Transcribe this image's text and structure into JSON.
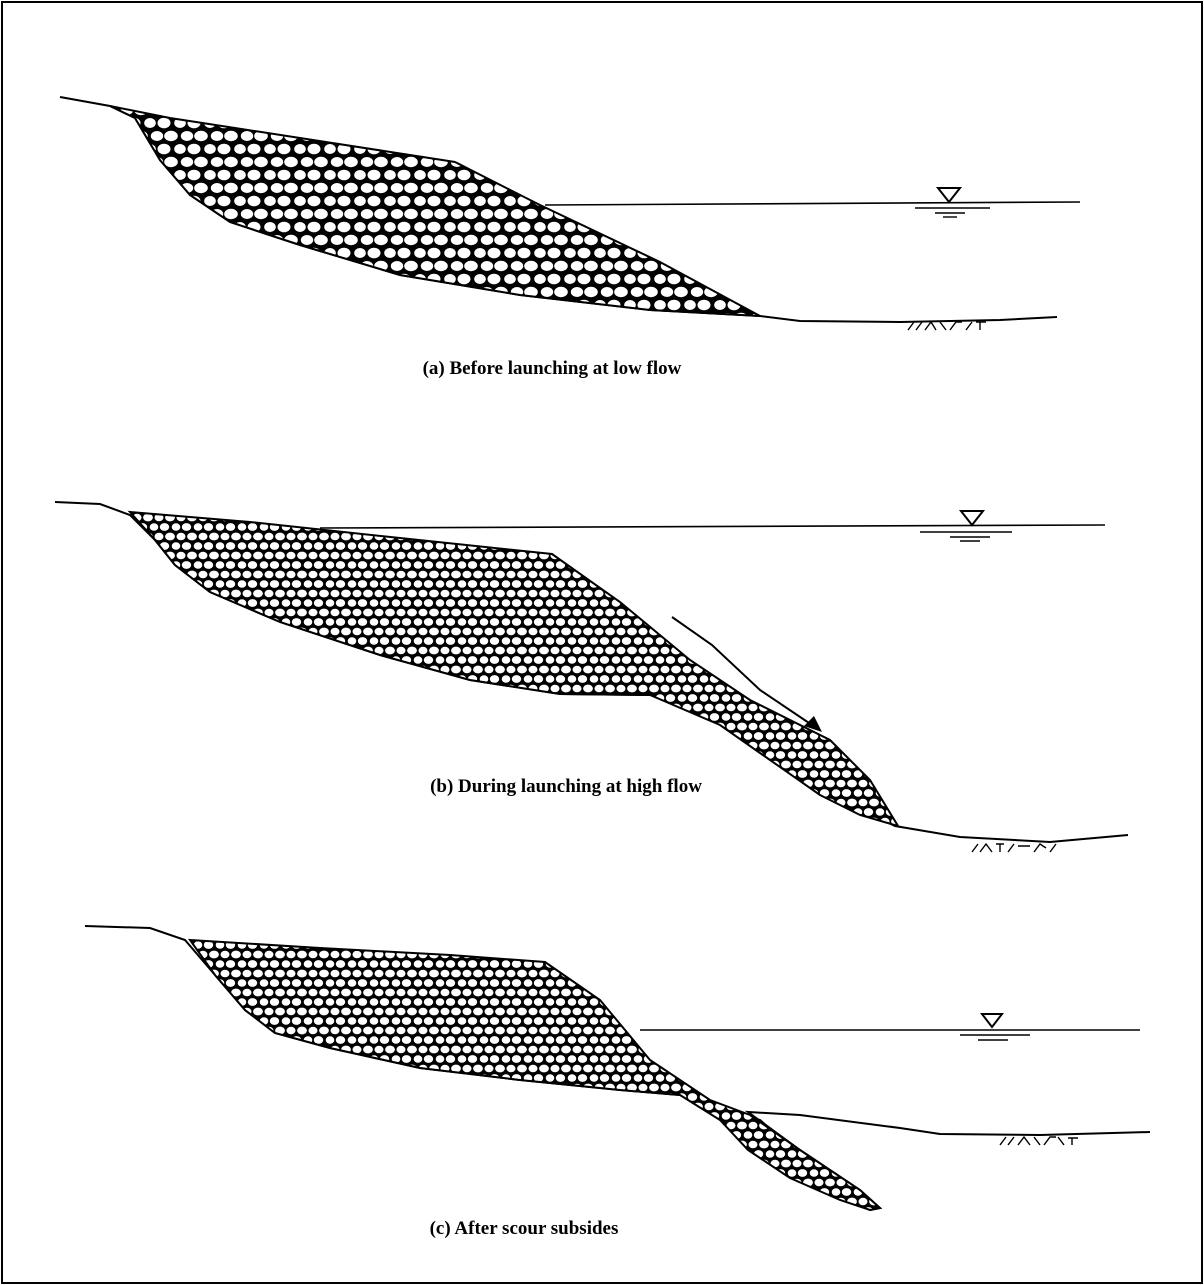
{
  "colors": {
    "ink": "#000000",
    "paper": "#ffffff"
  },
  "icons": {
    "water_surface": "inverted-triangle-water-level-icon",
    "flow_direction": "arrow-icon",
    "bed_soil": "soil-hatch-icon"
  },
  "panels": [
    {
      "id": "a",
      "caption": "(a) Before launching at low flow"
    },
    {
      "id": "b",
      "caption": "(b) During launching at high flow"
    },
    {
      "id": "c",
      "caption": "(c) After scour subsides"
    }
  ]
}
